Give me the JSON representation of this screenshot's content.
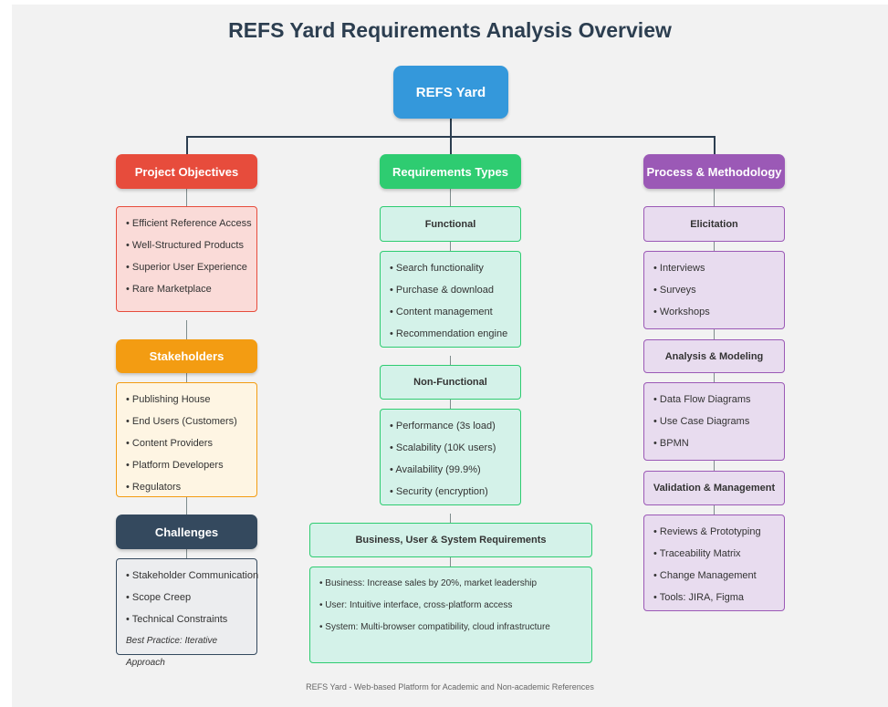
{
  "title": "REFS Yard Requirements Analysis Overview",
  "root": "REFS Yard",
  "objectives": {
    "header": "Project Objectives",
    "items": [
      "Efficient Reference Access",
      "Well-Structured Products",
      "Superior User Experience",
      "Rare Marketplace"
    ]
  },
  "stakeholders": {
    "header": "Stakeholders",
    "items": [
      "Publishing House",
      "End Users (Customers)",
      "Content Providers",
      "Platform Developers",
      "Regulators"
    ]
  },
  "challenges": {
    "header": "Challenges",
    "items": [
      "Stakeholder Communication",
      "Scope Creep",
      "Technical Constraints"
    ],
    "note": "Best Practice: Iterative Approach"
  },
  "requirements": {
    "header": "Requirements Types",
    "functional": {
      "label": "Functional",
      "items": [
        "Search functionality",
        "Purchase & download",
        "Content management",
        "Recommendation engine"
      ]
    },
    "non_functional": {
      "label": "Non-Functional",
      "items": [
        "Performance (3s load)",
        "Scalability (10K users)",
        "Availability (99.9%)",
        "Security (encryption)"
      ]
    },
    "bus": {
      "label": "Business, User & System Requirements",
      "items": [
        "Business: Increase sales by 20%, market leadership",
        "User: Intuitive interface, cross-platform access",
        "System: Multi-browser compatibility, cloud infrastructure"
      ]
    }
  },
  "process": {
    "header": "Process & Methodology",
    "elicitation": {
      "label": "Elicitation",
      "items": [
        "Interviews",
        "Surveys",
        "Workshops"
      ]
    },
    "analysis": {
      "label": "Analysis & Modeling",
      "items": [
        "Data Flow Diagrams",
        "Use Case Diagrams",
        "BPMN"
      ]
    },
    "validation": {
      "label": "Validation & Management",
      "items": [
        "Reviews & Prototyping",
        "Traceability Matrix",
        "Change Management",
        "Tools: JIRA, Figma"
      ]
    }
  },
  "footer": "REFS Yard - Web-based Platform for Academic and Non-academic References",
  "colors": {
    "root": "#3498db",
    "objectives": "#e74c3c",
    "stakeholders": "#f39c12",
    "challenges": "#34495e",
    "requirements": "#2ecc71",
    "process": "#9b59b6"
  }
}
